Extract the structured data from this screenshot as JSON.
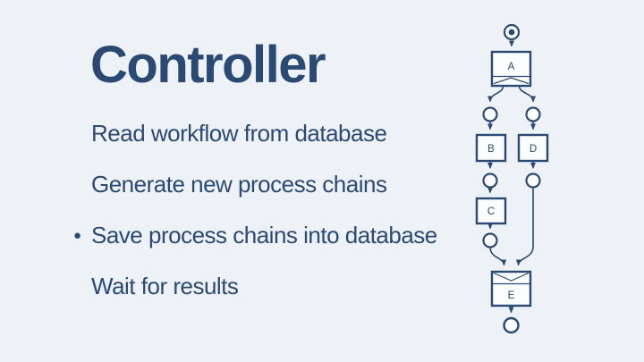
{
  "slide": {
    "title": "Controller",
    "items": [
      {
        "text": "Read workflow from database",
        "marker": ""
      },
      {
        "text": "Generate new process chains",
        "marker": ""
      },
      {
        "text": "Save process chains into database",
        "marker": "●"
      },
      {
        "text": "Wait for results",
        "marker": ""
      }
    ]
  },
  "diagram": {
    "kind": "workflow-net",
    "nodes": [
      {
        "label": "A"
      },
      {
        "label": "B"
      },
      {
        "label": "C"
      },
      {
        "label": "D"
      },
      {
        "label": "E"
      }
    ],
    "flow": [
      "start → A",
      "A → B",
      "A → D",
      "B → C",
      "C → E",
      "D → E",
      "E → end"
    ],
    "decorators": {
      "A": "and-split-bottom",
      "E": "and-join-top"
    }
  },
  "colors": {
    "ink": "#2b4a73",
    "diagram_stroke": "#2a4a73",
    "background": "#eef2f7",
    "node_fill": "#fcfdff"
  }
}
